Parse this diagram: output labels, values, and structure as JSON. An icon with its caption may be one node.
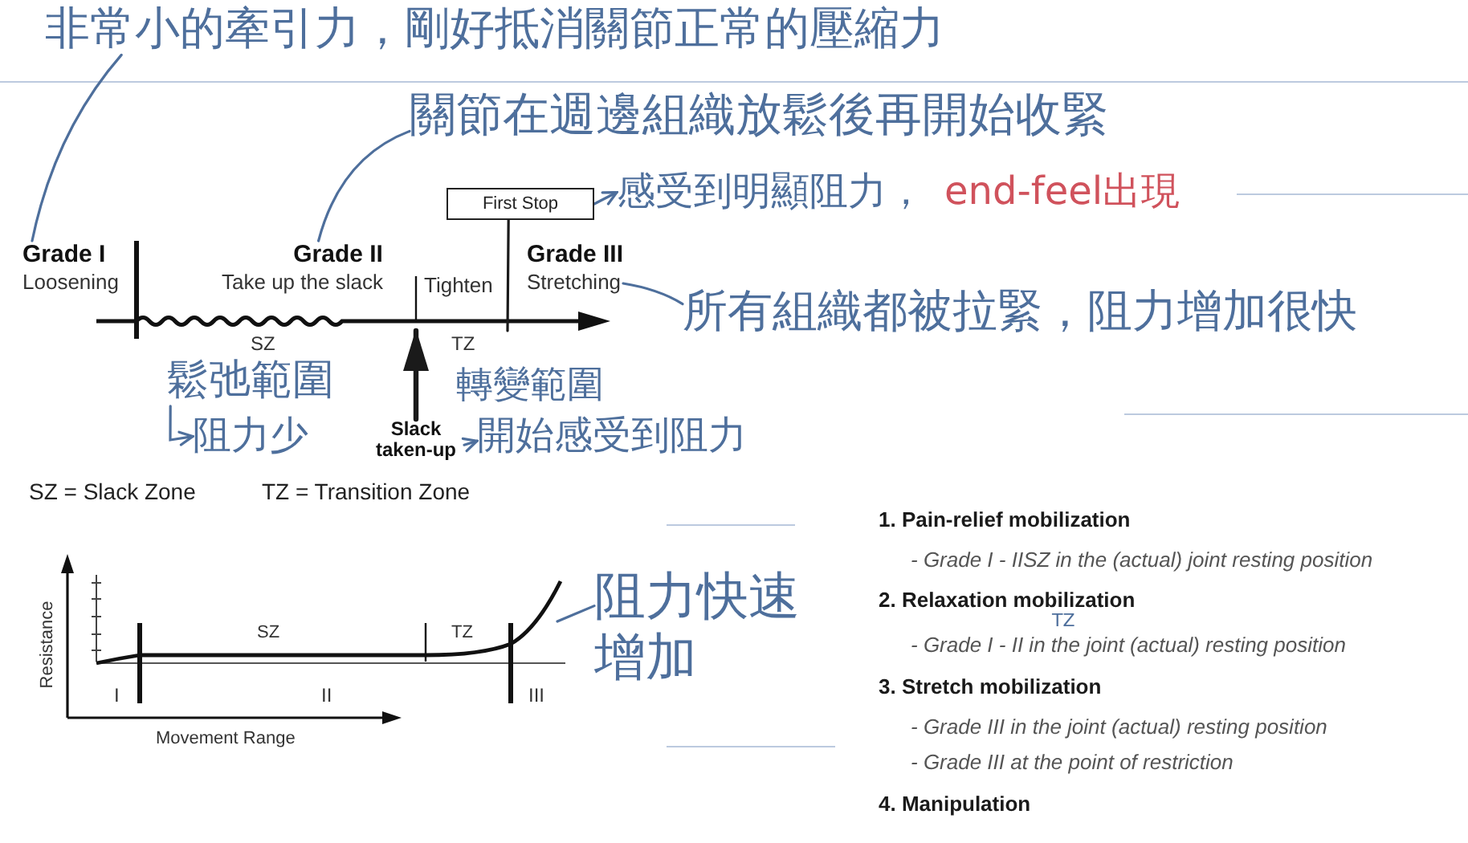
{
  "diagram": {
    "nodes": [
      {
        "text": [
          "非常小的牽引力，剛好抵消關節正常的壓縮力"
        ]
      },
      {
        "text": [
          "關節在週邊組織放鬆後再開始收緊"
        ]
      },
      {
        "text": [
          "First Stop"
        ]
      },
      {
        "text": [
          "感受到明顯阻力，",
          "end-feel出現"
        ]
      },
      {
        "text": [
          "Grade I",
          "Loosening"
        ]
      },
      {
        "text": [
          "Grade II",
          "Take up the slack"
        ]
      },
      {
        "text": [
          "Grade III",
          "Stretching"
        ]
      },
      {
        "text": [
          "所有組織都被拉緊，阻力增加很快"
        ]
      },
      {
        "text": [
          "鬆弛範圍"
        ]
      },
      {
        "text": [
          "阻力少"
        ]
      },
      {
        "text": [
          "Slack taken-up"
        ]
      },
      {
        "text": [
          "開始感受到阻力"
        ]
      },
      {
        "text": [
          "阻力快速增加"
        ]
      },
      {
        "text": [],
        "shape": "arrow",
        "beside": [
          "SZ",
          "TZ"
        ]
      }
    ],
    "edges": [
      {
        "from": 0,
        "to": 4,
        "arrow": "none"
      },
      {
        "from": 1,
        "to": 5,
        "arrow": "none"
      },
      {
        "from": 2,
        "to": 3,
        "arrow": "to"
      },
      {
        "from": 2,
        "to": 13,
        "arrow": "none",
        "color": "#1a1a1a"
      },
      {
        "from": 7,
        "to": 6,
        "arrow": "none"
      },
      {
        "from": 8,
        "to": 9,
        "arrow": "to"
      },
      {
        "from": 10,
        "to": 13,
        "arrow": "to",
        "style": "thick",
        "color": "#1a1a1a"
      },
      {
        "from": 10,
        "to": 11,
        "arrow": "to"
      },
      {
        "from": 12,
        "to": null,
        "arrow": "none"
      }
    ],
    "labels": [
      "Tighten",
      "轉變範圍",
      "SZ = Slack Zone",
      "TZ = Transition Zone",
      "Resistance",
      "SZ",
      "TZ",
      "I",
      "II",
      "III",
      "Movement Range",
      "1. Pain-relief mobilization",
      "- Grade I - IISZ in the (actual) joint resting position",
      "2. Relaxation mobilization",
      "TZ",
      "- Grade I - II in the joint (actual) resting position",
      "3. Stretch mobilization",
      "- Grade III in the joint (actual) resting position",
      "- Grade III at the point of restriction",
      "4. Manipulation"
    ]
  }
}
